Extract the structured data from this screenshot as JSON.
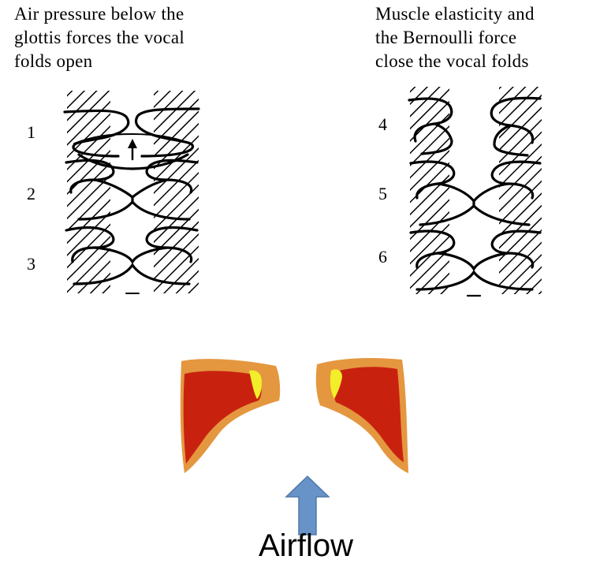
{
  "left_panel": {
    "caption": "Air pressure below the\nglottis forces the vocal\nfolds open",
    "stages": [
      "1",
      "2",
      "3"
    ]
  },
  "right_panel": {
    "caption": "Muscle elasticity and\nthe Bernoulli force\nclose the vocal folds",
    "stages": [
      "4",
      "5",
      "6"
    ]
  },
  "airflow": {
    "label": "Airflow",
    "arrow_color": "#6793c9"
  },
  "fold_colors": {
    "outer": "#e4973f",
    "muscle": "#c8220f",
    "highlight": "#f2ee2a"
  }
}
